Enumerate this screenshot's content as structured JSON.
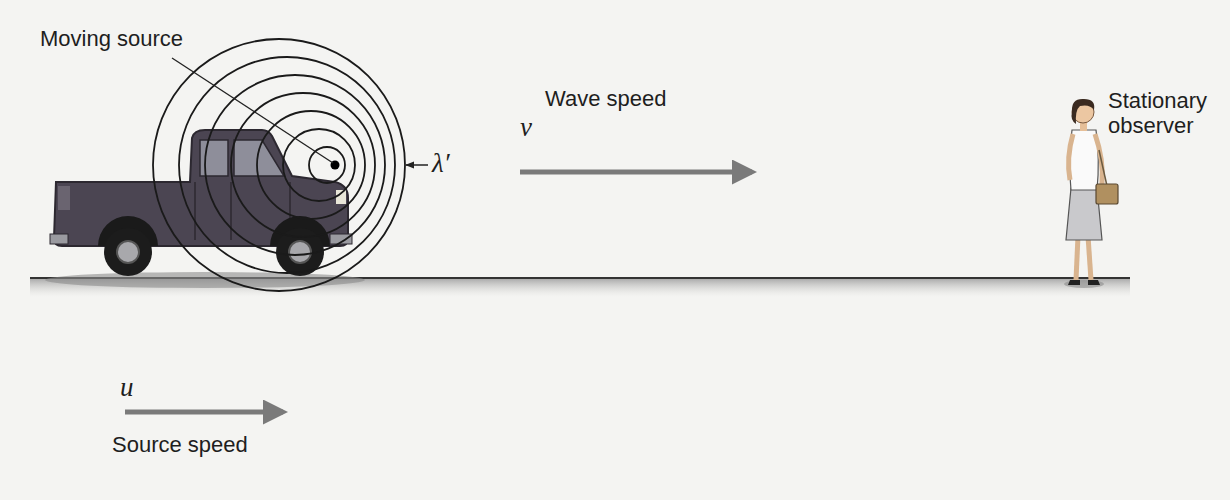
{
  "diagram": {
    "labels": [
      "Moving source",
      "Wave speed",
      "v",
      "λ′",
      "Stationary observer",
      "u",
      "Source speed"
    ]
  }
}
